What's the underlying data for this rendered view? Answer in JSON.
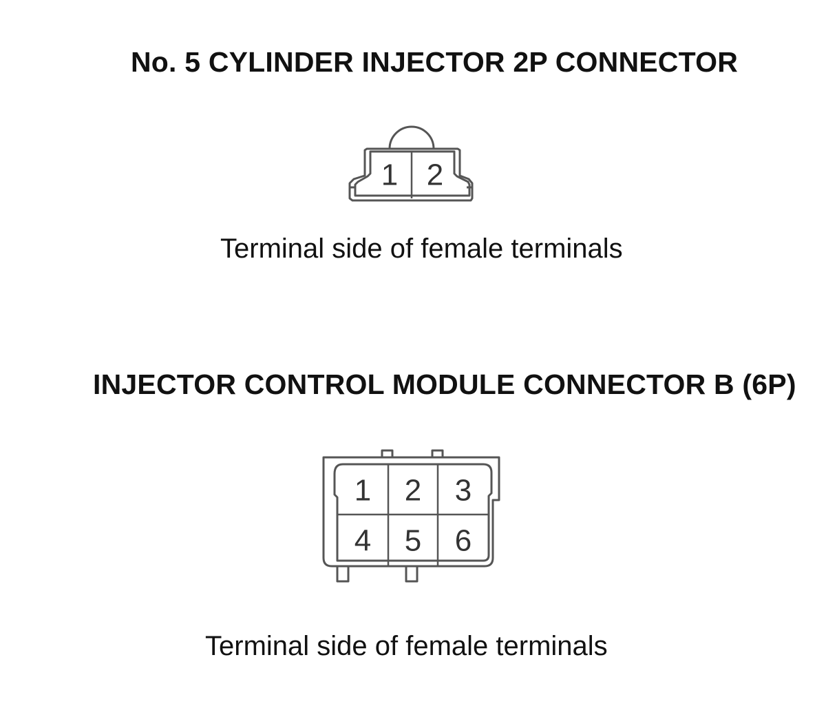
{
  "connector_2p": {
    "title": "No. 5 CYLINDER INJECTOR 2P CONNECTOR",
    "caption": "Terminal side of female terminals",
    "pins": [
      "1",
      "2"
    ]
  },
  "connector_6p": {
    "title": "INJECTOR CONTROL MODULE CONNECTOR B (6P)",
    "caption": "Terminal side of female terminals",
    "pins": [
      "1",
      "2",
      "3",
      "4",
      "5",
      "6"
    ]
  },
  "colors": {
    "outline": "#555555",
    "text": "#111111"
  }
}
